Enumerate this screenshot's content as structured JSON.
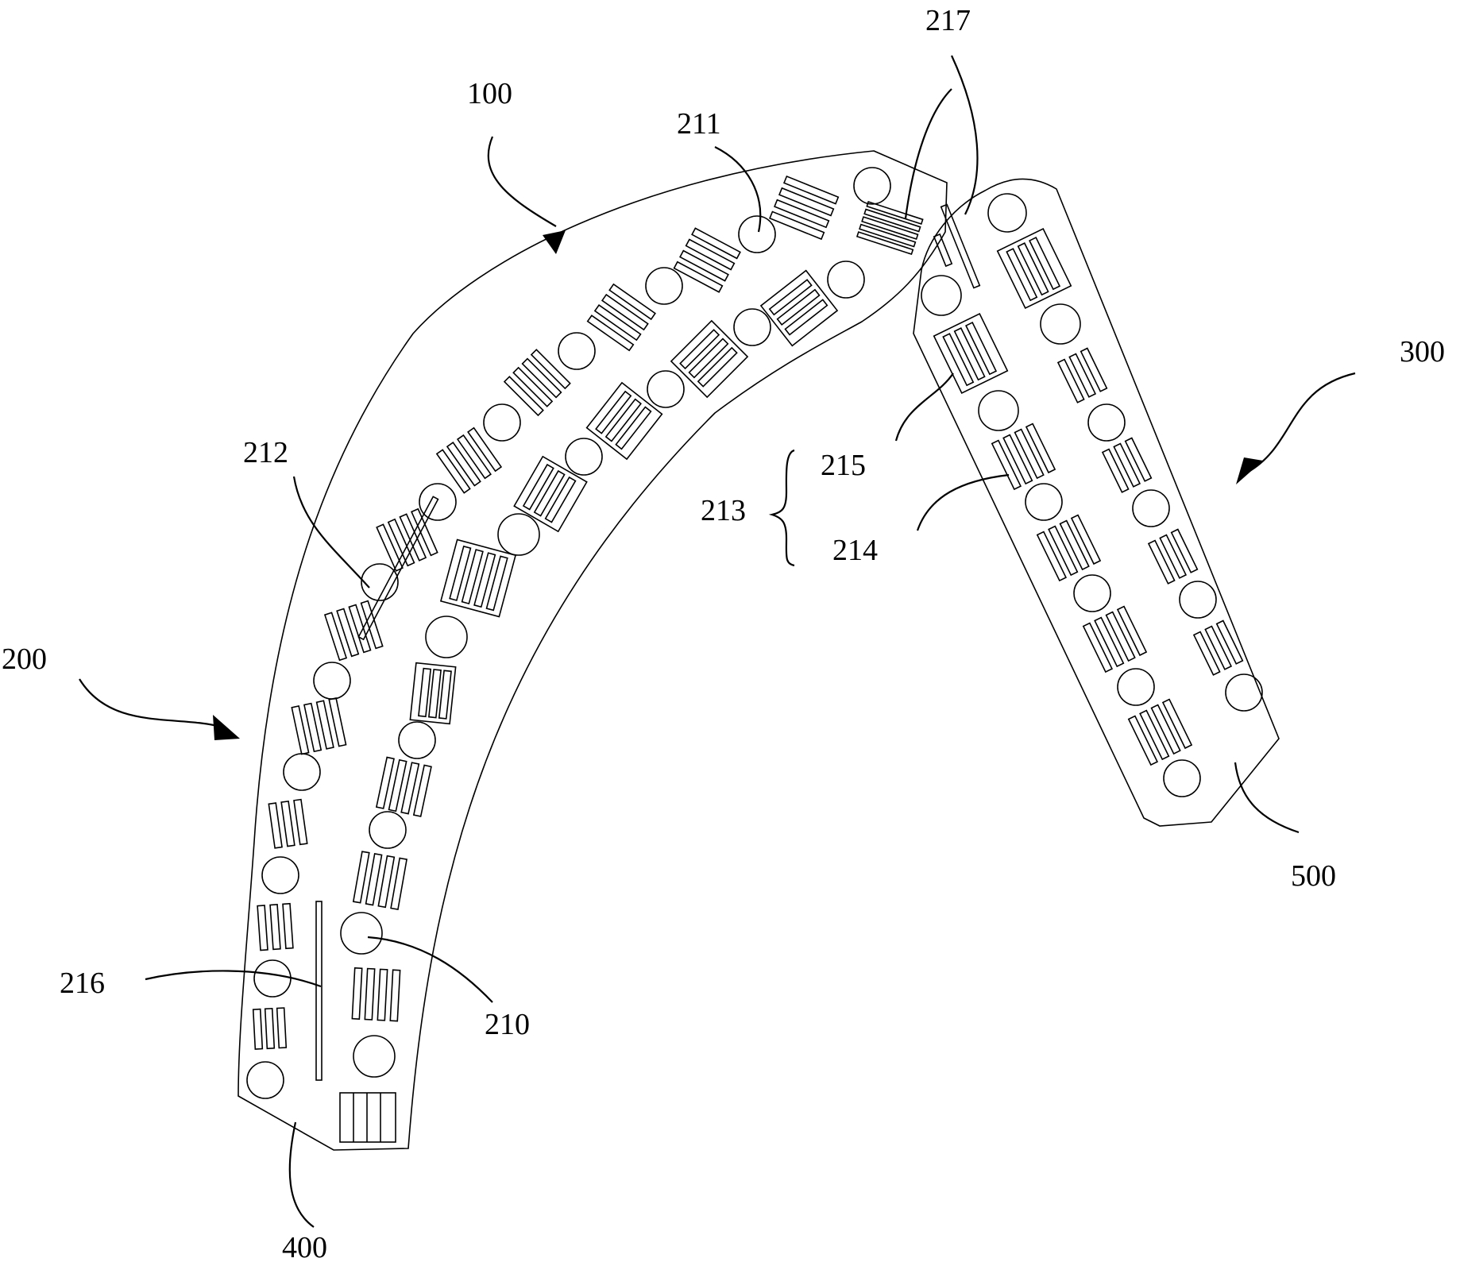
{
  "labels": {
    "l100": "100",
    "l200": "200",
    "l300": "300",
    "l400": "400",
    "l500": "500",
    "l210": "210",
    "l211": "211",
    "l212": "212",
    "l213": "213",
    "l214": "214",
    "l215": "215",
    "l216": "216",
    "l217": "217"
  }
}
